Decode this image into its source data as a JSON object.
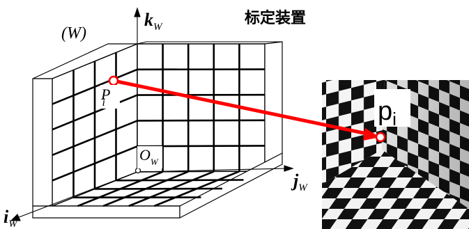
{
  "title": "标定装置",
  "frame_label": "(W)",
  "axes": {
    "k": {
      "letter": "k",
      "sub": "W"
    },
    "j": {
      "letter": "j",
      "sub": "W"
    },
    "i": {
      "letter": "i",
      "sub": "W"
    }
  },
  "origin": {
    "letter": "O",
    "sub": "W"
  },
  "world_point": {
    "letter": "P",
    "sub": "i"
  },
  "image_point": {
    "letter": "p",
    "sub": "i"
  },
  "colors": {
    "arrow": "#ff0000",
    "grid": "#000000",
    "panel_fill": "#ffffff",
    "label_box": "#ffffff"
  }
}
